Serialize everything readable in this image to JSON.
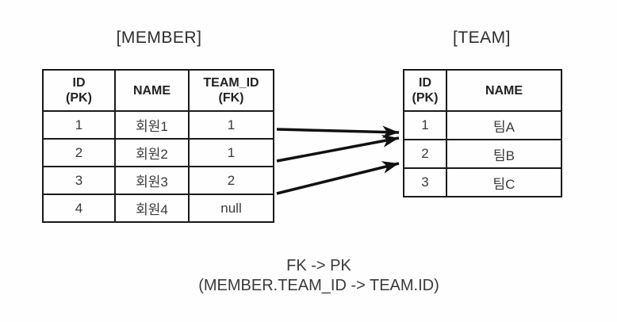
{
  "member_table": {
    "title": "[MEMBER]",
    "headers": [
      "ID\n(PK)",
      "NAME",
      "TEAM_ID\n(FK)"
    ],
    "rows": [
      [
        "1",
        "회원1",
        "1"
      ],
      [
        "2",
        "회원2",
        "1"
      ],
      [
        "3",
        "회원3",
        "2"
      ],
      [
        "4",
        "회원4",
        "null"
      ]
    ]
  },
  "team_table": {
    "title": "[TEAM]",
    "headers": [
      "ID\n(PK)",
      "NAME"
    ],
    "rows": [
      [
        "1",
        "팀A"
      ],
      [
        "2",
        "팀B"
      ],
      [
        "3",
        "팀C"
      ]
    ]
  },
  "relations": [
    {
      "from": "MEMBER.TEAM_ID row 1 (value 1)",
      "to": "TEAM.ID row 1 (value 1)"
    },
    {
      "from": "MEMBER.TEAM_ID row 2 (value 1)",
      "to": "TEAM.ID row 1 (value 1)"
    },
    {
      "from": "MEMBER.TEAM_ID row 3 (value 2)",
      "to": "TEAM.ID row 2 (value 2)"
    }
  ],
  "caption": {
    "line1": "FK -> PK",
    "line2": "(MEMBER.TEAM_ID -> TEAM.ID)"
  },
  "colors": {
    "background": "#fefefe",
    "border": "#1a1a1a",
    "text": "#3a3a3a",
    "arrow": "#111111"
  }
}
